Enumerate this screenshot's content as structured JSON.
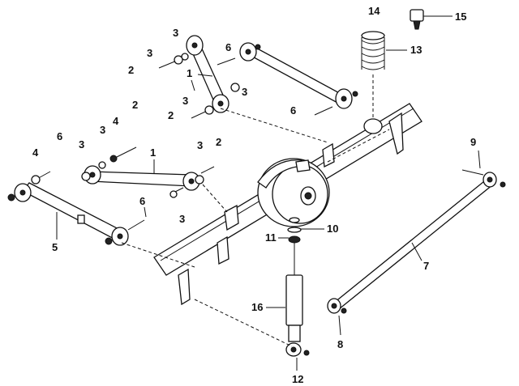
{
  "callouts": [
    {
      "id": "c1a",
      "text": "1"
    },
    {
      "id": "c1b",
      "text": "1"
    },
    {
      "id": "c2a",
      "text": "2"
    },
    {
      "id": "c2b",
      "text": "2"
    },
    {
      "id": "c2c",
      "text": "2"
    },
    {
      "id": "c2d",
      "text": "2"
    },
    {
      "id": "c3a",
      "text": "3"
    },
    {
      "id": "c3b",
      "text": "3"
    },
    {
      "id": "c3c",
      "text": "3"
    },
    {
      "id": "c3d",
      "text": "3"
    },
    {
      "id": "c3e",
      "text": "3"
    },
    {
      "id": "c3f",
      "text": "3"
    },
    {
      "id": "c3g",
      "text": "3"
    },
    {
      "id": "c3h",
      "text": "3"
    },
    {
      "id": "c4a",
      "text": "4"
    },
    {
      "id": "c4b",
      "text": "4"
    },
    {
      "id": "c5",
      "text": "5"
    },
    {
      "id": "c6a",
      "text": "6"
    },
    {
      "id": "c6b",
      "text": "6"
    },
    {
      "id": "c6c",
      "text": "6"
    },
    {
      "id": "c6d",
      "text": "6"
    },
    {
      "id": "c7",
      "text": "7"
    },
    {
      "id": "c8",
      "text": "8"
    },
    {
      "id": "c9",
      "text": "9"
    },
    {
      "id": "c10",
      "text": "10"
    },
    {
      "id": "c11",
      "text": "11"
    },
    {
      "id": "c12",
      "text": "12"
    },
    {
      "id": "c13",
      "text": "13"
    },
    {
      "id": "c14",
      "text": "14"
    },
    {
      "id": "c15",
      "text": "15"
    },
    {
      "id": "c16",
      "text": "16"
    }
  ]
}
